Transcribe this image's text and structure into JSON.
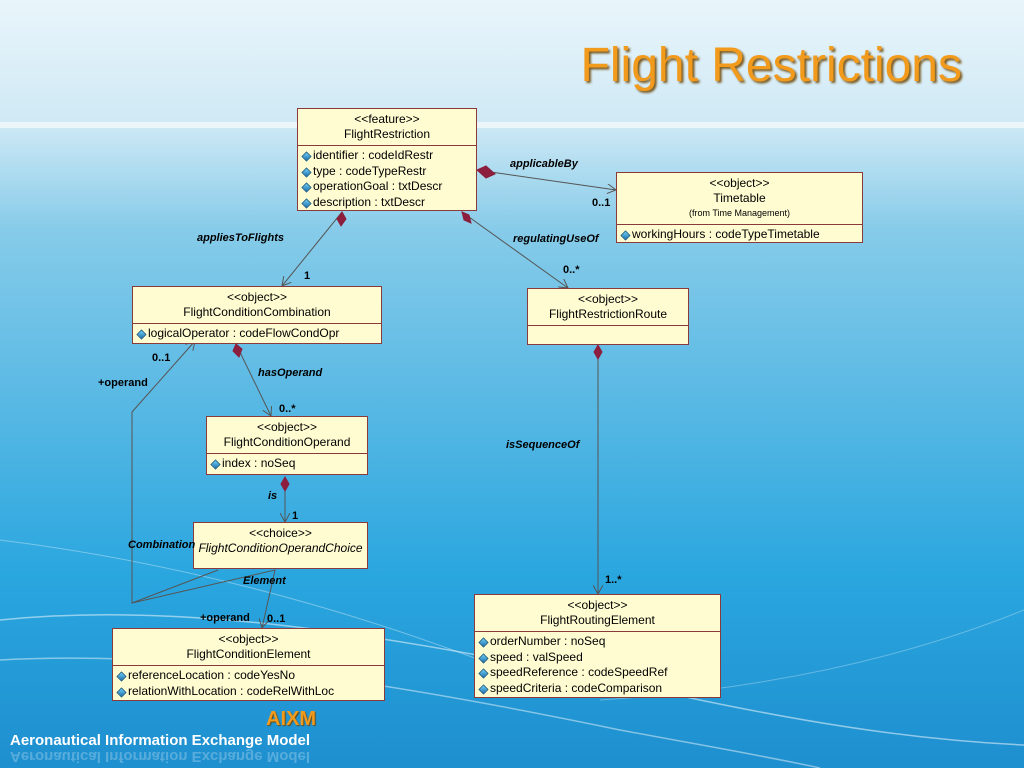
{
  "slide": {
    "title": "Flight Restrictions",
    "brand": "AIXM",
    "footer": "Aeronautical Information Exchange Model"
  },
  "classes": {
    "flight_restriction": {
      "stereotype": "<<feature>>",
      "name": "FlightRestriction",
      "attributes": [
        "identifier : codeIdRestr",
        "type : codeTypeRestr",
        "operationGoal : txtDescr",
        "description : txtDescr"
      ]
    },
    "timetable": {
      "stereotype": "<<object>>",
      "name": "Timetable",
      "note": "(from Time Management)",
      "attributes": [
        "workingHours : codeTypeTimetable"
      ]
    },
    "flight_condition_combination": {
      "stereotype": "<<object>>",
      "name": "FlightConditionCombination",
      "attributes": [
        "logicalOperator : codeFlowCondOpr"
      ]
    },
    "flight_restriction_route": {
      "stereotype": "<<object>>",
      "name": "FlightRestrictionRoute",
      "attributes": []
    },
    "flight_condition_operand": {
      "stereotype": "<<object>>",
      "name": "FlightConditionOperand",
      "attributes": [
        "index : noSeq"
      ]
    },
    "flight_condition_operand_choice": {
      "stereotype": "<<choice>>",
      "name": "FlightConditionOperandChoice",
      "attributes": []
    },
    "flight_condition_element": {
      "stereotype": "<<object>>",
      "name": "FlightConditionElement",
      "attributes": [
        "referenceLocation : codeYesNo",
        "relationWithLocation : codeRelWithLoc"
      ]
    },
    "flight_routing_element": {
      "stereotype": "<<object>>",
      "name": "FlightRoutingElement",
      "attributes": [
        "orderNumber : noSeq",
        "speed : valSpeed",
        "speedReference : codeSpeedRef",
        "speedCriteria : codeComparison"
      ]
    }
  },
  "associations": {
    "applicable_by": {
      "label": "applicableBy",
      "multiplicity": "0..1"
    },
    "applies_to_flights": {
      "label": "appliesToFlights",
      "multiplicity": "1"
    },
    "regulating_use_of": {
      "label": "regulatingUseOf",
      "multiplicity": "0..*"
    },
    "has_operand": {
      "label": "hasOperand",
      "source_multiplicity": "0..1",
      "multiplicity": "0..*"
    },
    "is": {
      "label": "is",
      "multiplicity": "1"
    },
    "is_sequence_of": {
      "label": "isSequenceOf",
      "multiplicity": "1..*"
    },
    "combination": {
      "label": "Combination",
      "role": "+operand"
    },
    "element": {
      "label": "Element",
      "role": "+operand",
      "multiplicity": "0..1"
    }
  }
}
